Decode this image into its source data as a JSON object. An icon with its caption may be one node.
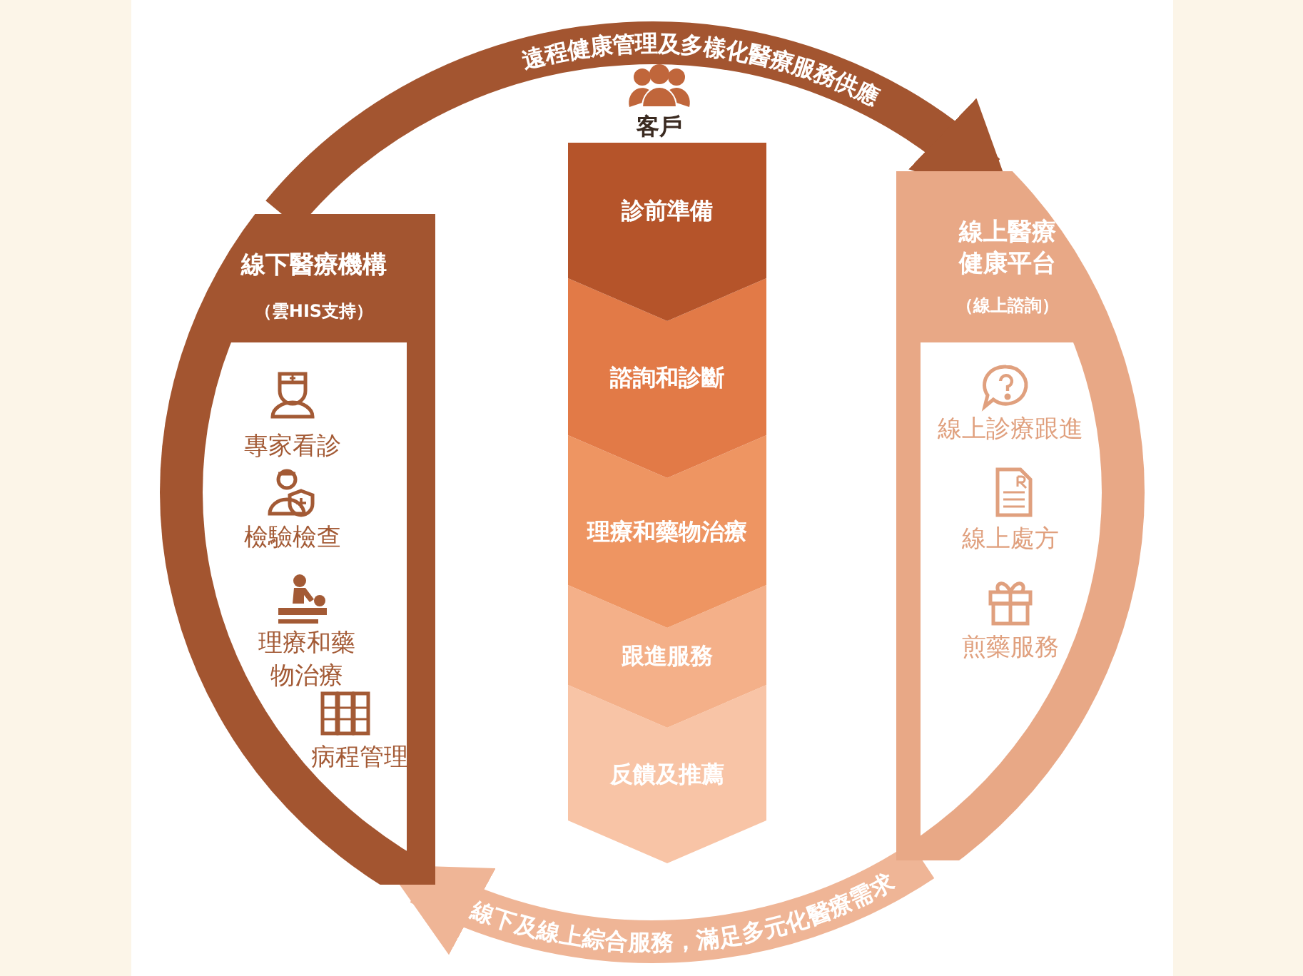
{
  "diagram": {
    "nodes": [
      {
        "text": [
          "線下醫療機構",
          "（雲HIS支持）"
        ]
      },
      {
        "text": [
          "專家看診"
        ],
        "in": 0
      },
      {
        "text": [
          "檢驗檢查"
        ],
        "in": 0
      },
      {
        "text": [
          "理療和藥物治療"
        ],
        "in": 0
      },
      {
        "text": [
          "病程管理"
        ],
        "in": 0
      },
      {
        "text": [
          "客戶"
        ]
      },
      {
        "text": [
          "診前準備"
        ]
      },
      {
        "text": [
          "諮詢和診斷"
        ]
      },
      {
        "text": [
          "理療和藥物治療"
        ]
      },
      {
        "text": [
          "跟進服務"
        ]
      },
      {
        "text": [
          "反饋及推薦"
        ]
      },
      {
        "text": [
          "線上醫療健康平台",
          "（線上諮詢）"
        ]
      },
      {
        "text": [
          "線上診療跟進"
        ],
        "in": 11
      },
      {
        "text": [
          "線上處方"
        ],
        "in": 11
      },
      {
        "text": [
          "煎藥服務"
        ],
        "in": 11
      }
    ],
    "edges": [
      {
        "from": 0,
        "to": 11,
        "arrow": "to",
        "label": "遠程健康管理及多樣化醫療服務供應"
      },
      {
        "from": 11,
        "to": 0,
        "arrow": "to",
        "label": "線下及線上綜合服務，滿足多元化醫療需求",
        "color": "#efb596"
      }
    ]
  }
}
